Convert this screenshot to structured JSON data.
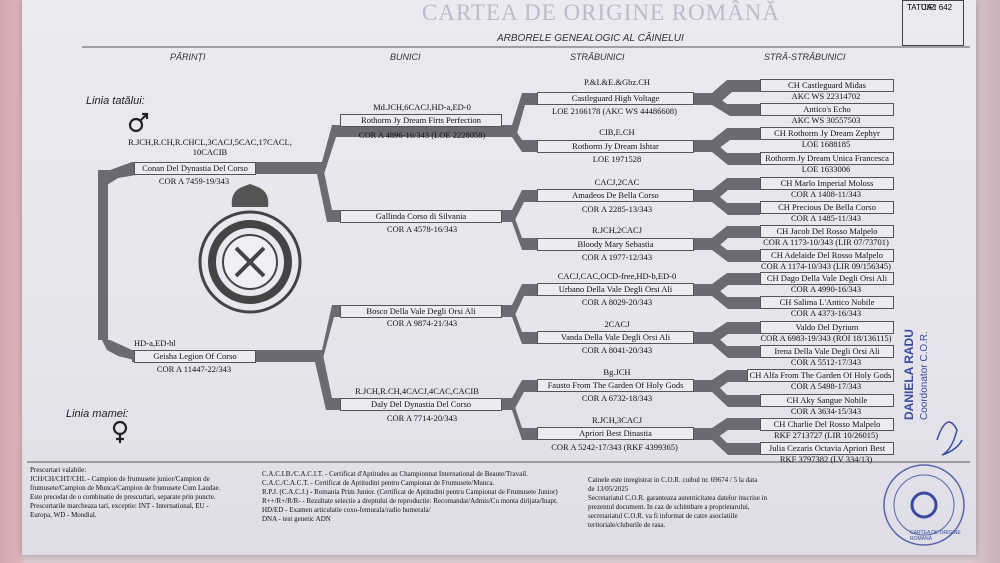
{
  "header": {
    "title": "CARTEA DE ORIGINE ROMÂNĂ",
    "subtitle": "ARBORELE GENEALOGIC AL CÂINELUI",
    "tattoo": "TATUAJ",
    "chip": "CIP: 642"
  },
  "columns": [
    "PĂRINȚI",
    "BUNICI",
    "STRĂBUNICI",
    "STRĂ-STRĂBUNICI"
  ],
  "labels": {
    "sire_line": "Linia tatălui:",
    "dam_line": "Linia mamei:"
  },
  "parents": {
    "sire": {
      "titles": "R.JCH,R.CH,R.CHCL,3CACJ,5CAC,17CACL, 10CACIB",
      "name": "Conan Del Dynastia Del Corso",
      "reg": "COR A 7459-19/343"
    },
    "dam": {
      "titles": "HD-a,ED-bl",
      "name": "Geisha Legion Of Corso",
      "reg": "COR A 11447-22/343"
    }
  },
  "grandparents": [
    {
      "titles": "Md.JCH,6CACJ,HD-a,ED-0",
      "name": "Rothorm Jy Dream Firts Perfection",
      "reg": "COR A 4896-16/343 (LOE 2228058)"
    },
    {
      "titles": "",
      "name": "Gallinda Corso di Silvania",
      "reg": "COR A 4578-16/343"
    },
    {
      "titles": "",
      "name": "Bosco Della Vale Degli Orsi Ali",
      "reg": "COR A 9874-21/343"
    },
    {
      "titles": "R.JCH,R.CH,4CACJ,4CAC,CACIB",
      "name": "Daly Del Dynastia Del Corso",
      "reg": "COR A 7714-20/343"
    }
  ],
  "great_grandparents": [
    {
      "titles": "P.&I.&E.&Gbz.CH",
      "name": "Castleguard High Voltage",
      "reg": "LOE 2166178 (AKC WS 44486608)"
    },
    {
      "titles": "CIB,E.CH",
      "name": "Rothorm Jy Dream Ishtar",
      "reg": "LOE 1971528"
    },
    {
      "titles": "CACJ,2CAC",
      "name": "Amadeos De Bella Corso",
      "reg": "COR A 2285-13/343"
    },
    {
      "titles": "R.JCH,2CACJ",
      "name": "Bloody Mary Sebastia",
      "reg": "COR A 1977-12/343"
    },
    {
      "titles": "CACJ,CAC,OCD-free,HD-b,ED-0",
      "name": "Urbano Della Vale Degli Orsi Ali",
      "reg": "COR A 8029-20/343"
    },
    {
      "titles": "2CACJ",
      "name": "Vanda Della Vale Degli Orsi Ali",
      "reg": "COR A 8041-20/343"
    },
    {
      "titles": "Bg.JCH",
      "name": "Fausto From The Garden Of Holy Gods",
      "reg": "COR A 6732-18/343"
    },
    {
      "titles": "R.JCH,3CACJ",
      "name": "Apriori Best Dinastia",
      "reg": "COR A 5242-17/343 (RKF 4399365)"
    }
  ],
  "ggg": [
    "CH Castleguard Midas",
    "Antico's Echo",
    "CH Rothorm Jy Dream Zephyr",
    "Rothorm Jy Dream Unica Francesca",
    "CH Marlo Imperial Moloss",
    "CH Precious De Bella Corso",
    "CH Jacob Del Rosso Malpelo",
    "CH Adelaide Del Rosso Malpelo",
    "CH Dago Della Vale Degli Orsi Ali",
    "CH Salima L'Antico Nobile",
    "Valdo Del Dyrium",
    "Irena Della Vale Degli Orsi Ali",
    "CH Alfa From The Garden Of Holy Gods",
    "CH Aky Sangue Nobile",
    "CH Charlie Del Rosso Malpelo",
    "Julia Cezaris Octavia Apriori Best"
  ],
  "ggg_reg": [
    "AKC WS 22314702",
    "AKC WS 30557503",
    "LOE 1688185",
    "LOE 1633006",
    "COR A 1408-11/343",
    "COR A 1485-11/343",
    "COR A 1173-10/343 (LIR 07/73701)",
    "COR A 1174-10/343 (LIR 09/156345)",
    "COR A 4990-16/343",
    "COR A 4373-16/343",
    "COR A 6983-19/343 (ROI 18/136115)",
    "COR A 5512-17/343",
    "COR A 5498-17/343",
    "COR A 3634-15/343",
    "RKF 2713727 (LIR 10/26015)",
    "RKF 3797382 (LV 334/13)"
  ],
  "stamp": {
    "name": "DANIELA RADU",
    "role": "Coordonator C.O.R.",
    "ring": "CARTEA DE ORIGINE ROMÂNĂ"
  },
  "footer": {
    "col1": [
      "Prescurtari valabile:",
      "JCH/CH/CHT/CHL - Campion de frumusete junior/Campion de",
      "frumusete/Campion de Munca/Campion de frumusete Cum Laudae.",
      "Este precedat de o combinatie de prescurtari, separate prin puncte.",
      "Prescurtarile marcheaza tari, exceptie: INT - International, EU -",
      "Europa, WD - Mondial.",
      ""
    ],
    "col2": [
      "C.A.C.I.B./C.A.C.I.T. - Certificat d'Aptitudes au Championnat International de Beaute/Travail.",
      "C.A.C./C.A.C.T. - Certificat de Aptitudini pentru Campionat de Frumusete/Munca.",
      "R.P.J. (C.A.C.J.) - Romania Prim Junior. (Certificat de Aptitudini pentru Campionat de Frumusete Junior)",
      "R++/R+/R/R- - Rezultate selectie a dreptului de reproductie: Recomandat/Admis/Cu monta dirijata/Inapt.",
      "HD/ED - Examen articulatie coxo-femurala/radio humerala/",
      "DNA - test genetic ADN",
      ""
    ],
    "reg": [
      "Cainele este inregistrat in C.O.R. cuibul nr. 69674 / 5 la data",
      "de 13/05/2025",
      "Secretariatul C.O.R. garanteaza autenticitatea datelor inscrise in",
      "prezentul document. In caz de schimbare a proprietarului,",
      "secretariatul C.O.R. va fi informat de catre asociatiile",
      "teritoriale/cluburile de rasa.",
      ""
    ]
  }
}
